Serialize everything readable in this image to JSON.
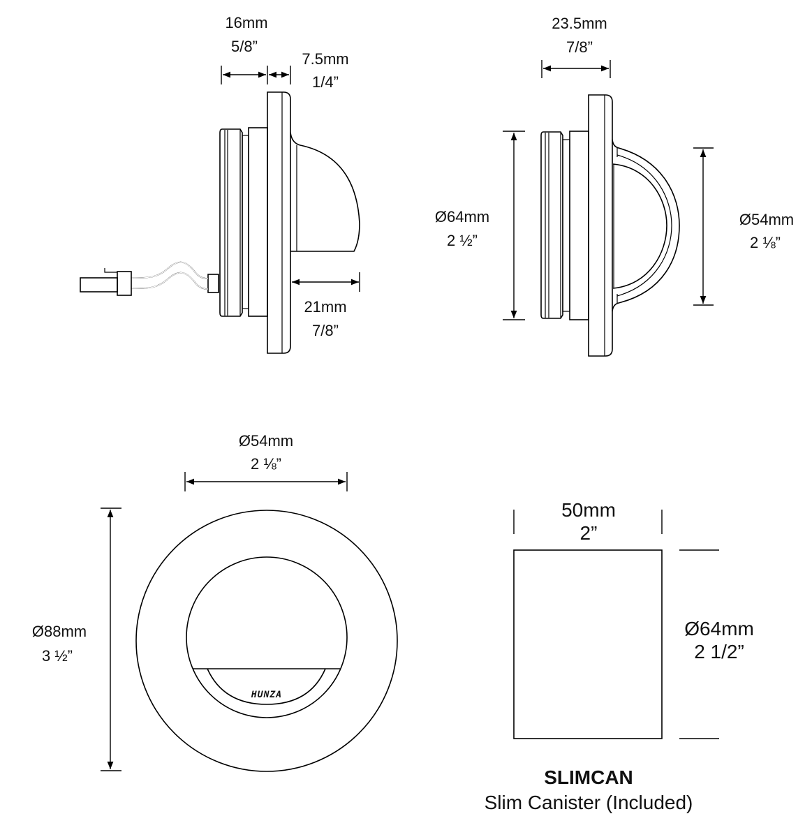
{
  "side_view": {
    "depth_body": {
      "mm": "16mm",
      "in": "5/8”"
    },
    "flange": {
      "mm": "7.5mm",
      "in": "1/4”"
    },
    "projection": {
      "mm": "21mm",
      "in": "7/8”"
    }
  },
  "side_view_2": {
    "depth": {
      "mm": "23.5mm",
      "in": "7/8”"
    },
    "body_diameter": {
      "mm": "Ø64mm",
      "in": "2 ½”"
    },
    "hood_diameter": {
      "mm": "Ø54mm",
      "in": "2 ⅛”"
    }
  },
  "front_view": {
    "inner_diameter": {
      "mm": "Ø54mm",
      "in": "2 ⅛”"
    },
    "outer_diameter": {
      "mm": "Ø88mm",
      "in": "3 ½”"
    },
    "logo": "HUNZA"
  },
  "slimcan": {
    "width": {
      "mm": "50mm",
      "in": "2”"
    },
    "diameter": {
      "mm": "Ø64mm",
      "in": "2 1/2”"
    },
    "title": "SLIMCAN",
    "subtitle": "Slim Canister (Included)"
  }
}
